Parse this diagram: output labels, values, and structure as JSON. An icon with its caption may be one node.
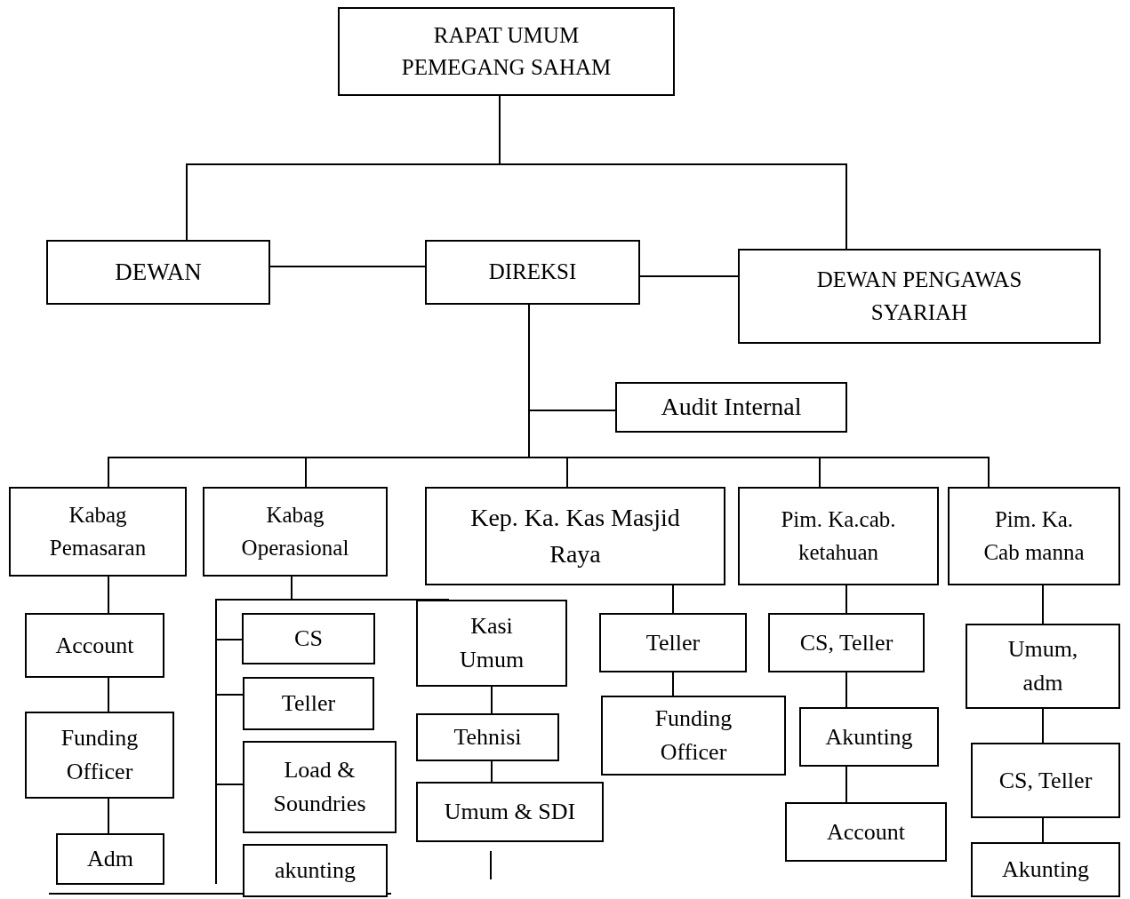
{
  "diagram": {
    "nodes": [
      {
        "text": [
          "RAPAT UMUM PEMEGANG SAHAM"
        ]
      },
      {
        "text": [
          "DEWAN"
        ]
      },
      {
        "text": [
          "DIREKSI"
        ]
      },
      {
        "text": [
          "DEWAN PENGAWAS SYARIAH"
        ]
      },
      {
        "text": [
          "Audit Internal"
        ]
      },
      {
        "text": [
          "Kabag Pemasaran"
        ]
      },
      {
        "text": [
          "Kabag Operasional"
        ]
      },
      {
        "text": [
          "Kep. Ka. Kas Masjid Raya"
        ]
      },
      {
        "text": [
          "Pim. Ka.cab. ketahuan"
        ]
      },
      {
        "text": [
          "Pim. Ka. Cab manna"
        ]
      },
      {
        "text": [
          "Account"
        ]
      },
      {
        "text": [
          "Funding Officer"
        ]
      },
      {
        "text": [
          "Adm"
        ]
      },
      {
        "text": [
          "CS"
        ]
      },
      {
        "text": [
          "Teller"
        ]
      },
      {
        "text": [
          "Load & Soundries"
        ]
      },
      {
        "text": [
          "akunting"
        ]
      },
      {
        "text": [
          "Kasi Umum"
        ]
      },
      {
        "text": [
          "Tehnisi"
        ]
      },
      {
        "text": [
          "Umum & SDI"
        ]
      },
      {
        "text": [
          "Teller"
        ]
      },
      {
        "text": [
          "Funding Officer"
        ]
      },
      {
        "text": [
          "CS, Teller"
        ]
      },
      {
        "text": [
          "Akunting"
        ]
      },
      {
        "text": [
          "Account"
        ]
      },
      {
        "text": [
          "Umum, adm"
        ]
      },
      {
        "text": [
          "CS, Teller"
        ]
      },
      {
        "text": [
          "Akunting"
        ]
      }
    ],
    "edges": [
      {
        "from": 0,
        "to": 1,
        "arrow": "none"
      },
      {
        "from": 0,
        "to": 3,
        "arrow": "none"
      },
      {
        "from": 1,
        "to": 2,
        "arrow": "none"
      },
      {
        "from": 2,
        "to": 3,
        "arrow": "none"
      },
      {
        "from": 2,
        "to": 4,
        "arrow": "none"
      },
      {
        "from": 2,
        "to": 5,
        "arrow": "none"
      },
      {
        "from": 2,
        "to": 6,
        "arrow": "none"
      },
      {
        "from": 2,
        "to": 7,
        "arrow": "none"
      },
      {
        "from": 2,
        "to": 8,
        "arrow": "none"
      },
      {
        "from": 2,
        "to": 9,
        "arrow": "none"
      },
      {
        "from": 5,
        "to": 10,
        "arrow": "none"
      },
      {
        "from": 10,
        "to": 11,
        "arrow": "none"
      },
      {
        "from": 11,
        "to": 12,
        "arrow": "none"
      },
      {
        "from": 6,
        "to": 13,
        "arrow": "none"
      },
      {
        "from": 6,
        "to": 14,
        "arrow": "none"
      },
      {
        "from": 6,
        "to": 15,
        "arrow": "none"
      },
      {
        "from": 6,
        "to": 17,
        "arrow": "none"
      },
      {
        "from": 17,
        "to": 18,
        "arrow": "none"
      },
      {
        "from": 18,
        "to": 19,
        "arrow": "none"
      },
      {
        "from": 7,
        "to": 20,
        "arrow": "none"
      },
      {
        "from": 20,
        "to": 21,
        "arrow": "none"
      },
      {
        "from": 8,
        "to": 22,
        "arrow": "none"
      },
      {
        "from": 22,
        "to": 23,
        "arrow": "none"
      },
      {
        "from": 23,
        "to": 24,
        "arrow": "none"
      },
      {
        "from": 9,
        "to": 25,
        "arrow": "none"
      },
      {
        "from": 25,
        "to": 26,
        "arrow": "none"
      },
      {
        "from": 26,
        "to": 27,
        "arrow": "none"
      }
    ]
  }
}
